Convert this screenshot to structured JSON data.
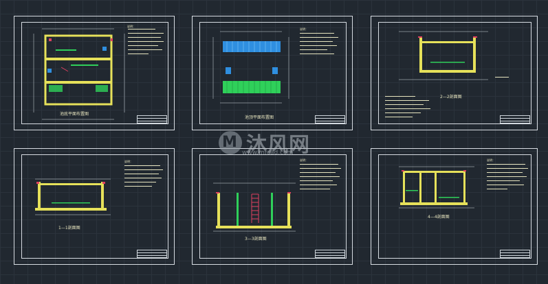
{
  "watermark": {
    "brand": "沐风网",
    "url": "www.mfcad.com",
    "logo_letter": "M"
  },
  "sheets": [
    {
      "id": "sheet-1",
      "caption": "池底平面布置图",
      "notes_title": "说明："
    },
    {
      "id": "sheet-2",
      "caption": "池顶平面布置图",
      "notes_title": "说明："
    },
    {
      "id": "sheet-3",
      "caption": "2—2剖面图",
      "notes_title": ""
    },
    {
      "id": "sheet-4",
      "caption": "1—1剖面图",
      "notes_title": "说明："
    },
    {
      "id": "sheet-5",
      "caption": "3—3剖面图",
      "notes_title": "说明："
    },
    {
      "id": "sheet-6",
      "caption": "4—4剖面图",
      "notes_title": "说明："
    }
  ],
  "colors": {
    "background": "#212830",
    "sheet_border": "#d8dde3",
    "wall_yellow": "#e6e15a",
    "rebar_green": "#2fd05a",
    "water_blue": "#2f8fe0",
    "mark_red": "#e04060",
    "text": "#e8e6c0"
  }
}
